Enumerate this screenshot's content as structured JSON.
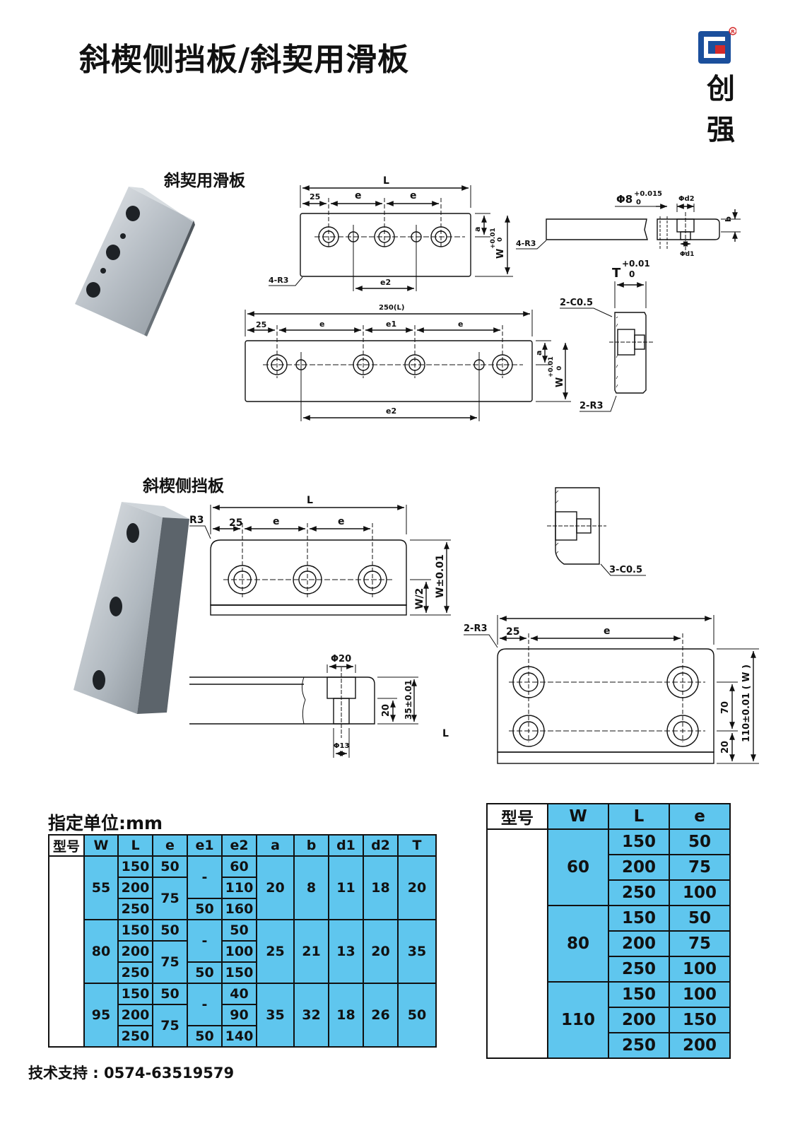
{
  "page": {
    "title": "斜楔侧挡板/斜契用滑板",
    "brand": [
      "创",
      "强"
    ],
    "section_slide": "斜契用滑板",
    "section_plate": "斜楔侧挡板",
    "units": "指定单位:mm",
    "support": "技术支持 : 0574-63519579"
  },
  "colors": {
    "table_fill": "#5fc6ee",
    "brand_blue": "#1b4f9c",
    "brand_red": "#d42a2a"
  },
  "drawing_labels": {
    "L": "L",
    "e": "e",
    "e1": "e1",
    "e2": "e2",
    "n25": "25",
    "a": "a",
    "b": "b",
    "r4": "4-R3",
    "r2": "2-R3",
    "r3": "R3",
    "c2": "2-C0.5",
    "c3": "3-C0.5",
    "phi8": "Φ8",
    "tol_up": "+0.015",
    "tol_zero": "0",
    "phid2": "Φd2",
    "phid1": "Φd1",
    "w_tol": "W",
    "w_up": "+0.01",
    "w_zero": "0",
    "L250": "250(L)",
    "T": "T",
    "t_up": "+0.01",
    "t_zero": "0",
    "wpm": "W±0.01",
    "w2": "W/2",
    "phi20": "Φ20",
    "phi13": "Φ13",
    "n20": "20",
    "n35": "35±0.01",
    "n70": "70",
    "n110": "110±0.01 ( W )",
    "Lbare": "L"
  },
  "table1": {
    "headers": [
      "型号",
      "W",
      "L",
      "e",
      "e1",
      "e2",
      "a",
      "b",
      "d1",
      "d2",
      "T"
    ],
    "groups": [
      {
        "W": "55",
        "a": "20",
        "b": "8",
        "d1": "11",
        "d2": "18",
        "T": "20",
        "rows": [
          {
            "L": "150",
            "e2": "60"
          },
          {
            "L": "200",
            "e2": "110"
          },
          {
            "L": "250",
            "e2": "160"
          }
        ],
        "e_top": "50",
        "e_bottom": "75",
        "e1_dash": "-",
        "e1_last": "50"
      },
      {
        "W": "80",
        "a": "25",
        "b": "21",
        "d1": "13",
        "d2": "20",
        "T": "35",
        "rows": [
          {
            "L": "150",
            "e2": "50"
          },
          {
            "L": "200",
            "e2": "100"
          },
          {
            "L": "250",
            "e2": "150"
          }
        ],
        "e_top": "50",
        "e_bottom": "75",
        "e1_dash": "-",
        "e1_last": "50"
      },
      {
        "W": "95",
        "a": "35",
        "b": "32",
        "d1": "18",
        "d2": "26",
        "T": "50",
        "rows": [
          {
            "L": "150",
            "e2": "40"
          },
          {
            "L": "200",
            "e2": "90"
          },
          {
            "L": "250",
            "e2": "140"
          }
        ],
        "e_top": "50",
        "e_bottom": "75",
        "e1_dash": "-",
        "e1_last": "50"
      }
    ]
  },
  "table2": {
    "headers": [
      "型号",
      "W",
      "L",
      "e"
    ],
    "groups": [
      {
        "W": "60",
        "rows": [
          {
            "L": "150",
            "e": "50"
          },
          {
            "L": "200",
            "e": "75"
          },
          {
            "L": "250",
            "e": "100"
          }
        ]
      },
      {
        "W": "80",
        "rows": [
          {
            "L": "150",
            "e": "50"
          },
          {
            "L": "200",
            "e": "75"
          },
          {
            "L": "250",
            "e": "100"
          }
        ]
      },
      {
        "W": "110",
        "rows": [
          {
            "L": "150",
            "e": "100"
          },
          {
            "L": "200",
            "e": "150"
          },
          {
            "L": "250",
            "e": "200"
          }
        ]
      }
    ]
  }
}
